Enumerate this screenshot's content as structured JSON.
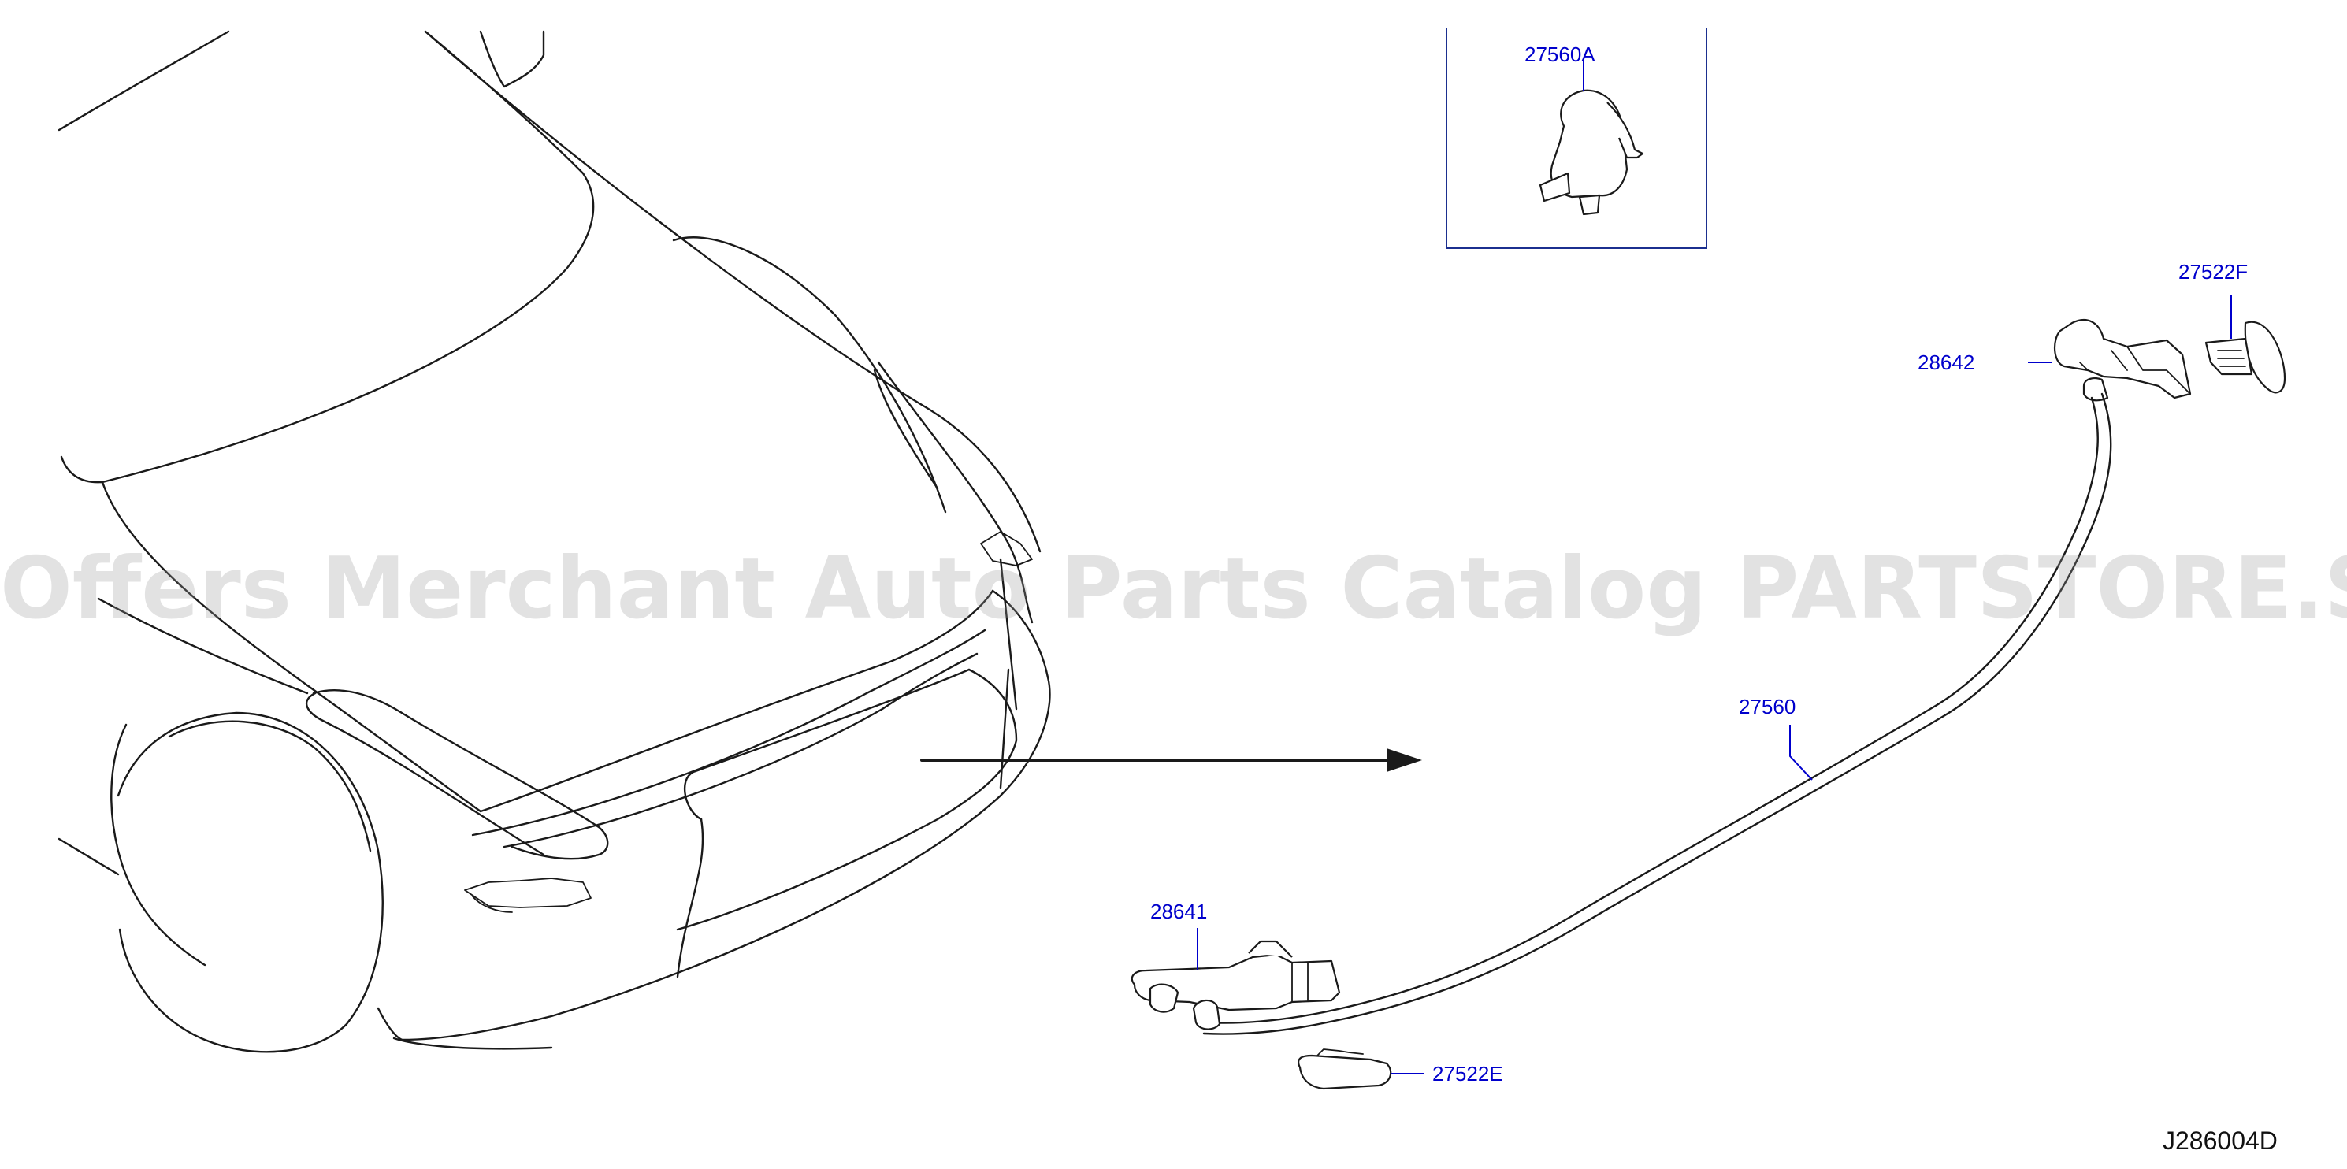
{
  "colors": {
    "callout": "#0000cc",
    "line_art": "#1a1a1a",
    "watermark": "#9a9a9a",
    "inset_frame": "#1b2f8f"
  },
  "watermark": "Offers Merchant Auto Parts Catalog PARTSTORE.SA",
  "diagram_id": "J286004D",
  "callouts": [
    {
      "id": "c-27560a",
      "label": "27560A"
    },
    {
      "id": "c-27522f",
      "label": "27522F"
    },
    {
      "id": "c-28642",
      "label": "28642"
    },
    {
      "id": "c-27560",
      "label": "27560"
    },
    {
      "id": "c-28641",
      "label": "28641"
    },
    {
      "id": "c-27522e",
      "label": "27522E"
    }
  ]
}
